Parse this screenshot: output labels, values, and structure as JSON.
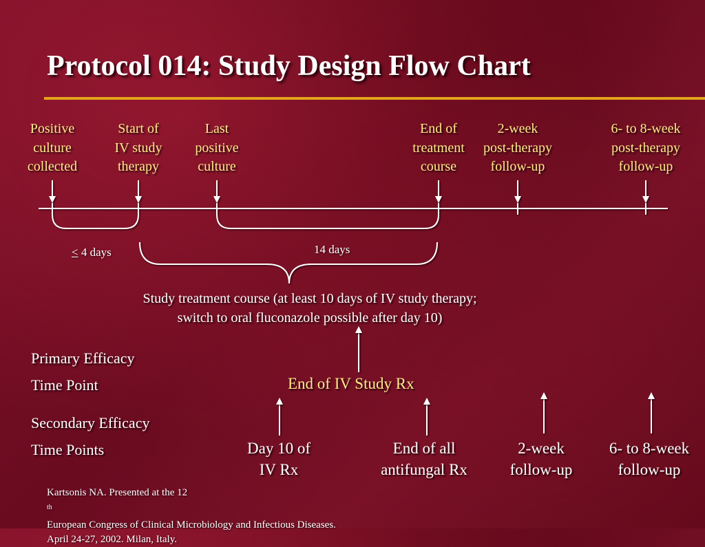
{
  "title": "Protocol 014: Study Design Flow Chart",
  "colors": {
    "accent_rule": "#e3a41b",
    "highlight_text": "#ffe98a",
    "background": "#6f0d22"
  },
  "timeline_events": [
    {
      "lines": [
        "Positive",
        "culture",
        "collected"
      ]
    },
    {
      "lines": [
        "Start of",
        "IV study",
        "therapy"
      ]
    },
    {
      "lines": [
        "Last",
        "positive",
        "culture"
      ]
    },
    {
      "lines": [
        "End of",
        "treatment",
        "course"
      ]
    },
    {
      "lines": [
        "2-week",
        "post-therapy",
        "follow-up"
      ]
    },
    {
      "lines": [
        "6- to 8-week",
        "post-therapy",
        "follow-up"
      ]
    }
  ],
  "durations": {
    "pre_treatment_symbol": "<",
    "pre_treatment_text": " 4 days",
    "treatment": "14 days"
  },
  "study_course": [
    "Study treatment course (at least 10 days of IV study therapy;",
    "switch to oral fluconazole possible after day 10)"
  ],
  "primary": {
    "label_line1": "Primary Efficacy",
    "label_line2": "Time Point",
    "value": "End of IV Study Rx"
  },
  "secondary": {
    "label_line1": "Secondary Efficacy",
    "label_line2": "Time Points",
    "points": [
      {
        "lines": [
          "Day 10 of",
          "IV Rx"
        ]
      },
      {
        "lines": [
          "End of all",
          "antifungal Rx"
        ]
      },
      {
        "lines": [
          "2-week",
          "follow-up"
        ]
      },
      {
        "lines": [
          "6- to 8-week",
          "follow-up"
        ]
      }
    ]
  },
  "citation": {
    "line1_pre": "Kartsonis NA. Presented at the 12",
    "line1_sup": "th",
    "line1_post": " European Congress of Clinical Microbiology and Infectious Diseases.",
    "line2": "April 24-27, 2002. Milan, Italy."
  }
}
